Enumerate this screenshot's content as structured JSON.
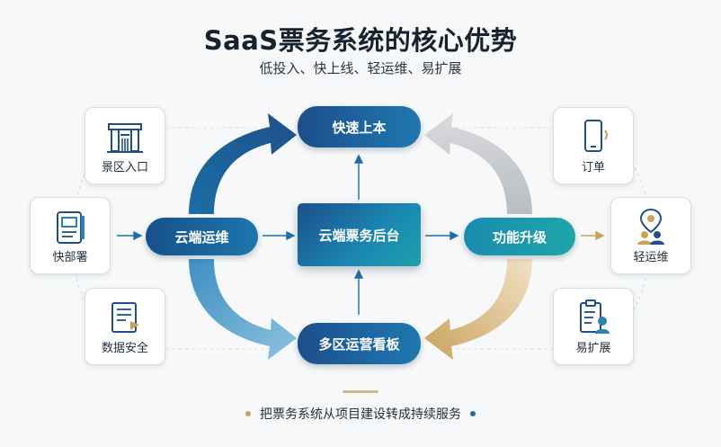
{
  "header": {
    "title": "SaaS票务系统的核心优势",
    "subtitle": "低投入、快上线、轻运维、易扩展"
  },
  "left_cards": [
    {
      "label": "景区入口",
      "icon": "scenic-gate-icon"
    },
    {
      "label": "快部署",
      "icon": "server-device-icon"
    },
    {
      "label": "数据安全",
      "icon": "secure-document-icon"
    }
  ],
  "right_cards": [
    {
      "label": "订单",
      "icon": "mobile-phone-icon"
    },
    {
      "label": "轻运维",
      "icon": "location-user-icon"
    },
    {
      "label": "易扩展",
      "icon": "clipboard-user-icon"
    }
  ],
  "cycle": {
    "top": "快速上本",
    "left": "云端运维",
    "center": "云端票务后台",
    "right": "功能升级",
    "bottom": "多区运营看板"
  },
  "footer": {
    "text": "把票务系统从项目建设转成持续服务"
  },
  "colors": {
    "primary_blue": "#1b4f8c",
    "teal": "#1fa5a8",
    "gold": "#c9a25a",
    "gray_arrow": "#c9cccf"
  }
}
